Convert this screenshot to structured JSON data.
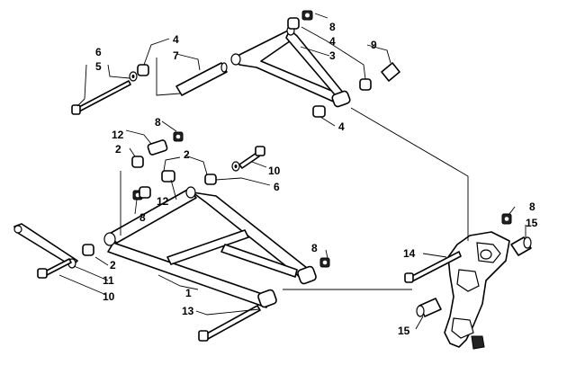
{
  "callouts": {
    "c1": "1",
    "c2a": "2",
    "c2b": "2",
    "c2c": "2",
    "c3": "3",
    "c4a": "4",
    "c4b": "4",
    "c4c": "4",
    "c5": "5",
    "c6a": "6",
    "c6b": "6",
    "c7": "7",
    "c8a": "8",
    "c8b": "8",
    "c8c": "8",
    "c8d": "8",
    "c8e": "8",
    "c9": "9",
    "c10a": "10",
    "c10b": "10",
    "c11": "11",
    "c12a": "12",
    "c12b": "12",
    "c13": "13",
    "c14": "14",
    "c15a": "15",
    "c15b": "15"
  }
}
